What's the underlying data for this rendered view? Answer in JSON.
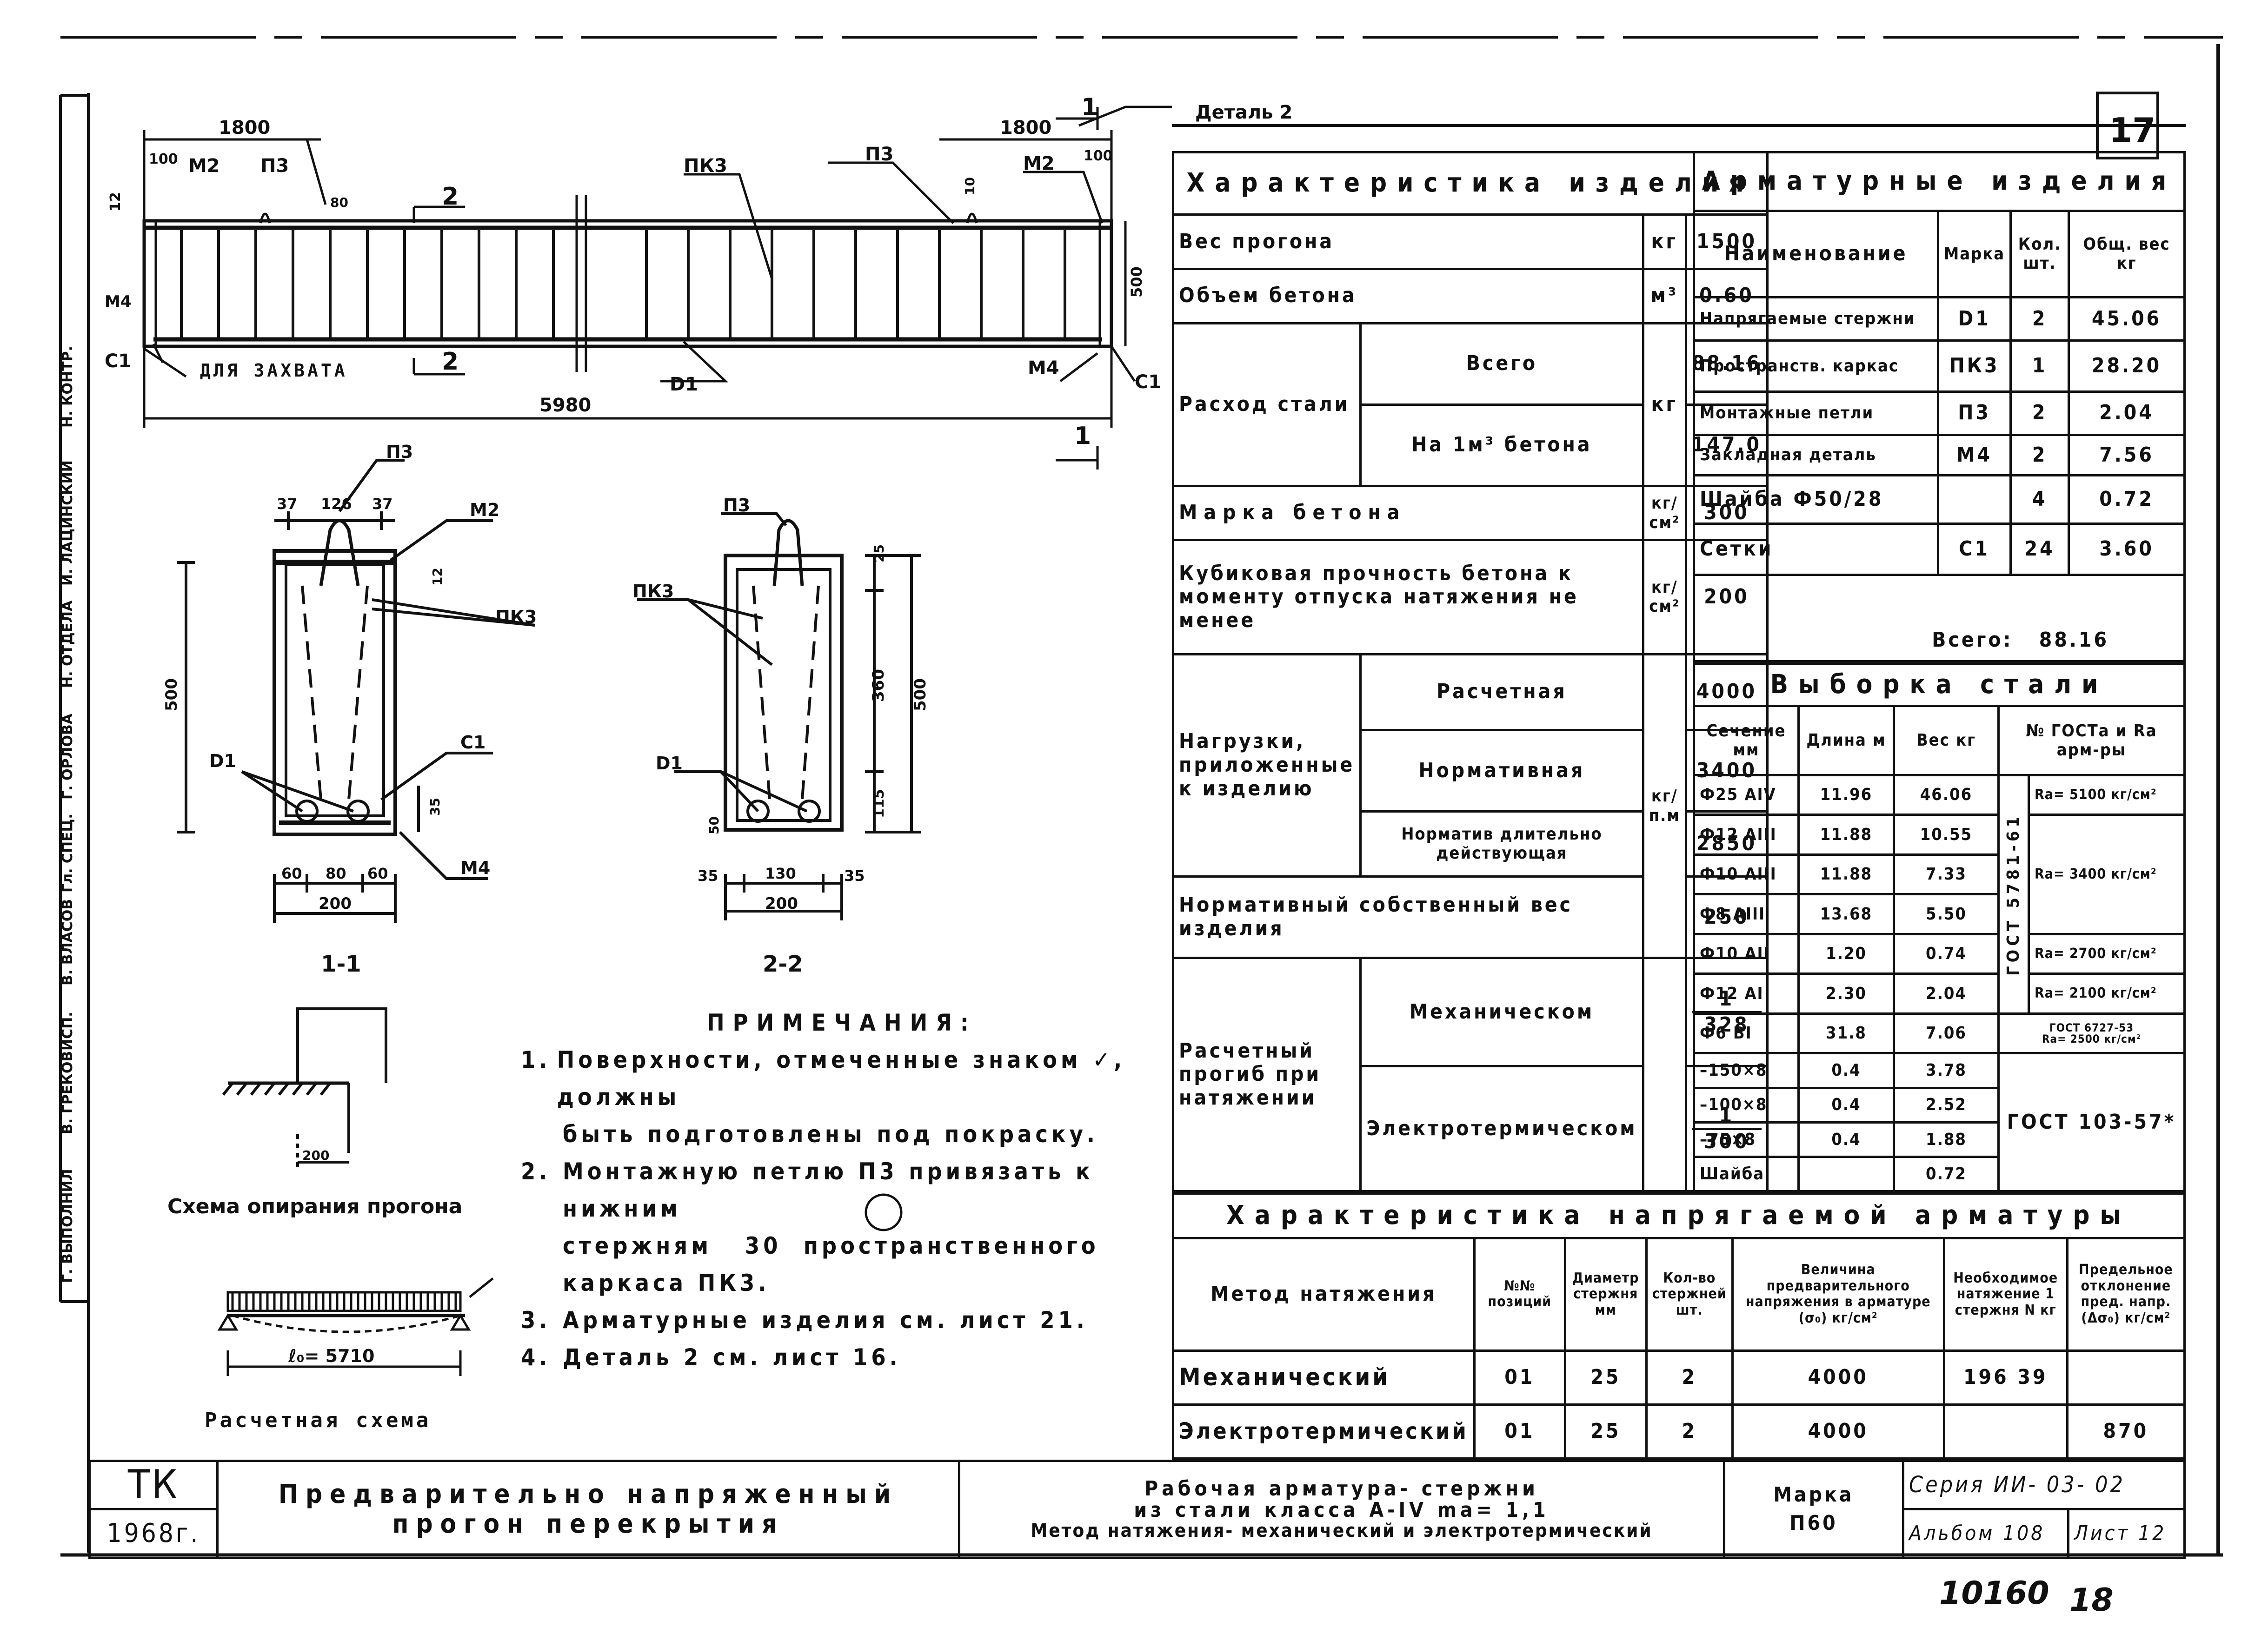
{
  "sheet": {
    "number": "17",
    "handwritten_number": "10160",
    "handwritten_page": "18",
    "detail_label": "Деталь 2"
  },
  "drawing": {
    "dim_1800_left": "1800",
    "dim_1800_right": "1800",
    "dim_100_left": "100",
    "dim_100_right": "100",
    "dim_5980": "5980",
    "dim_500": "500",
    "dim_12": "12",
    "dim_10": "10",
    "dim_80": "80",
    "label_m2_left": "М2",
    "label_m2_right": "М2",
    "label_p3_left": "П3",
    "label_p3_right": "П3",
    "label_pk3": "ПК3",
    "label_m4_left": "М4",
    "label_m4_right": "М4",
    "label_c1_left": "С1",
    "label_c1_right": "С1",
    "label_d1": "D1",
    "label_grip": "ДЛЯ ЗАХВАТА",
    "section_mark_1": "1",
    "section_mark_2": "2",
    "sec11": {
      "title": "1-1",
      "d37a": "37",
      "d126": "126",
      "d37b": "37",
      "p3": "П3",
      "m2": "М2",
      "pk3": "ПК3",
      "c1": "С1",
      "d1": "D1",
      "m4": "М4",
      "h500": "500",
      "h12": "12",
      "h35": "35",
      "w60a": "60",
      "w80": "80",
      "w60b": "60",
      "w200": "200"
    },
    "sec22": {
      "title": "2-2",
      "p3": "П3",
      "pk3": "ПК3",
      "d1": "D1",
      "h25": "25",
      "h360": "360",
      "h115": "115",
      "h500": "500",
      "h50": "50",
      "w35a": "35",
      "w130": "130",
      "w35b": "35",
      "w200": "200"
    },
    "support_scheme": {
      "dim": "200",
      "caption": "Схема опирания прогона"
    },
    "calc_scheme": {
      "span": "ℓ₀= 5710",
      "caption": "Расчетная схема"
    }
  },
  "side_stamp": {
    "entries": [
      "Н. КОНТР.",
      "И. ЛАЦИНСКИЙ",
      "Н. ОТДЕЛА",
      "Г. ОРЛОВА",
      "Гл. СПЕЦ.",
      "В. ВЛАСОВ",
      "ИСП.",
      "В. ГРЕКОВ",
      "Г. ВЫПОЛНИЛ"
    ]
  },
  "notes": {
    "title": "ПРИМЕЧАНИЯ:",
    "items": [
      {
        "num": "1.",
        "text": "Поверхности, отмеченные знаком ✓, должны",
        "text2": "быть подготовлены под покраску."
      },
      {
        "num": "2.",
        "text": "Монтажную петлю П3 привязать к",
        "text2": "нижним стержням",
        "circled": "30",
        "text3": "пространственного",
        "text4": "каркаса ПК3."
      },
      {
        "num": "3.",
        "text": "Арматурные изделия см. лист 21."
      },
      {
        "num": "4.",
        "text": "Деталь 2 см. лист 16."
      }
    ]
  },
  "char_table": {
    "header": "Характеристика изделия",
    "rows": {
      "weight": {
        "label": "Вес прогона",
        "unit": "кг",
        "value": "1500"
      },
      "volume": {
        "label": "Объем бетона",
        "unit": "м³",
        "value": "0.60"
      },
      "steel": {
        "label": "Расход стали",
        "total_label": "Всего",
        "per_label": "На 1м³ бетона",
        "unit": "кг",
        "total": "88.16",
        "per": "147.0"
      },
      "grade": {
        "label": "Марка бетона",
        "unit": "кг/см²",
        "value": "300"
      },
      "cube": {
        "label": "Кубиковая прочность бетона к моменту отпуска натяжения не менее",
        "unit": "кг/см²",
        "value": "200"
      },
      "loads": {
        "label": "Нагрузки, приложенные к изделию",
        "unit": "кг/п.м",
        "items": [
          {
            "name": "Расчетная",
            "value": "4000"
          },
          {
            "name": "Нормативная",
            "value": "3400"
          },
          {
            "name": "Норматив длительно действующая",
            "value": "2850"
          }
        ]
      },
      "selfweight": {
        "label": "Нормативный собственный вес изделия",
        "value": "250"
      },
      "deflection": {
        "label": "Расчетный прогиб при натяжении",
        "items": [
          {
            "name": "Механическом",
            "num": "1",
            "den": "328"
          },
          {
            "name": "Электротермическом",
            "num": "1",
            "den": "300"
          }
        ]
      }
    }
  },
  "arm_table": {
    "header": "Арматурные изделия",
    "col_name": "Наименование",
    "col_mark": "Марка",
    "col_qty": "Кол. шт.",
    "col_weight": "Общ. вес кг",
    "rows": [
      {
        "name": "Напрягаемые стержни",
        "mark": "D1",
        "qty": "2",
        "weight": "45.06"
      },
      {
        "name": "Пространств. каркас",
        "mark": "ПК3",
        "qty": "1",
        "weight": "28.20"
      },
      {
        "name": "Монтажные петли",
        "mark": "П3",
        "qty": "2",
        "weight": "2.04"
      },
      {
        "name": "Закладная деталь",
        "mark": "М4",
        "qty": "2",
        "weight": "7.56"
      },
      {
        "name": "Шайба Ф50/28",
        "mark": "",
        "qty": "4",
        "weight": "0.72"
      },
      {
        "name": "Сетки",
        "mark": "С1",
        "qty": "24",
        "weight": "3.60"
      }
    ],
    "total_label": "Всего:",
    "total": "88.16"
  },
  "steel_table": {
    "header": "Выборка стали",
    "col_section": "Сечение мм",
    "col_length": "Длина м",
    "col_weight": "Вес кг",
    "col_gost": "№ ГОСТа и Rа арм-ры",
    "gost_vertical": "ГОСТ 5781-61",
    "rows": [
      {
        "section": "Ф25 АIV",
        "length": "11.96",
        "weight": "46.06"
      },
      {
        "section": "Ф12 АIII",
        "length": "11.88",
        "weight": "10.55"
      },
      {
        "section": "Ф10 АIII",
        "length": "11.88",
        "weight": "7.33"
      },
      {
        "section": "Ф8 АIII",
        "length": "13.68",
        "weight": "5.50"
      },
      {
        "section": "Ф10 АII",
        "length": "1.20",
        "weight": "0.74"
      },
      {
        "section": "Ф12 АI",
        "length": "2.30",
        "weight": "2.04"
      },
      {
        "section": "Ф6 ВI",
        "length": "31.8",
        "weight": "7.06"
      },
      {
        "section": "–150×8",
        "length": "0.4",
        "weight": "3.78"
      },
      {
        "section": "–100×8",
        "length": "0.4",
        "weight": "2.52"
      },
      {
        "section": "–75×8",
        "length": "0.4",
        "weight": "1.88"
      },
      {
        "section": "Шайба",
        "length": "",
        "weight": "0.72"
      }
    ],
    "ra": [
      "Rа= 5100 кг/см²",
      "Rа= 3400 кг/см²",
      "Rа= 2700 кг/см²",
      "Rа= 2100 кг/см²"
    ],
    "gost2": "ГОСТ 6727-53",
    "ra_wire": "Rа= 2500 кг/см²",
    "gost3": "ГОСТ 103-57*"
  },
  "tension_table": {
    "header": "Характеристика напрягаемой арматуры",
    "cols": [
      "Метод натяжения",
      "№№ позиций",
      "Диаметр стержня мм",
      "Кол-во стержней шт.",
      "Величина предварительного напряжения в арматуре (σ₀) кг/см²",
      "Необходимое натяжение 1 стержня N кг",
      "Предельное отклонение пред. напр. (Δσ₀) кг/см²"
    ],
    "rows": [
      {
        "method": "Механический",
        "pos": "01",
        "dia": "25",
        "qty": "2",
        "stress": "4000",
        "force": "196 39",
        "dev": ""
      },
      {
        "method": "Электротермический",
        "pos": "01",
        "dia": "25",
        "qty": "2",
        "stress": "4000",
        "force": "",
        "dev": "870"
      }
    ]
  },
  "title_block": {
    "org": "ТК",
    "year": "1968г.",
    "title": "Предварительно напряженный прогон перекрытия",
    "subtitle1": "Рабочая арматура- стержни",
    "subtitle2": "из стали класса А-IV  mа= 1,1",
    "subtitle3": "Метод натяжения- механический и электротермический",
    "mark_label": "Марка",
    "mark": "П60",
    "series": "Серия  ИИ- 03- 02",
    "album": "Альбом 108",
    "sheet": "Лист 12"
  }
}
